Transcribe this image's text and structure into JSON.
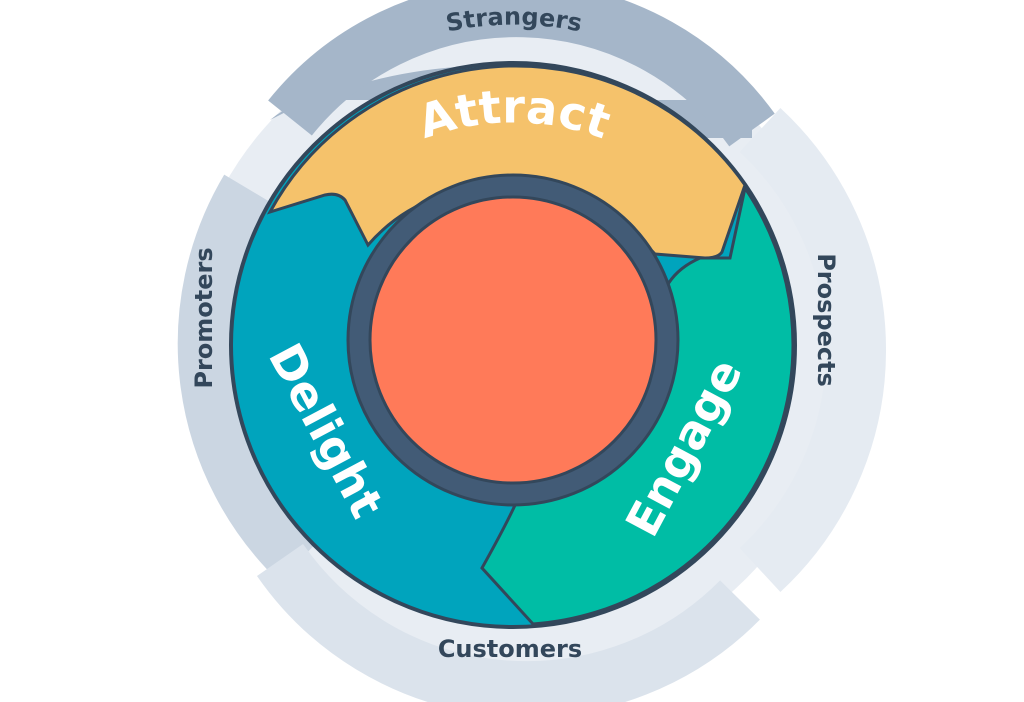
{
  "outer_ring": {
    "labels": {
      "strangers": "Strangers",
      "prospects": "Prospects",
      "customers": "Customers",
      "promoters": "Promoters"
    }
  },
  "segments": {
    "attract": "Attract",
    "engage": "Engage",
    "delight": "Delight"
  },
  "colors": {
    "attract": "#f5c26b",
    "engage": "#00bda5",
    "delight": "#00a4bd",
    "hub": "#ff7a59",
    "hub_ring": "#425b76",
    "outline": "#33475b",
    "ring_dark": "#a5b6c9",
    "ring_mid": "#cbd6e2",
    "ring_light": "#e5ebf2"
  }
}
